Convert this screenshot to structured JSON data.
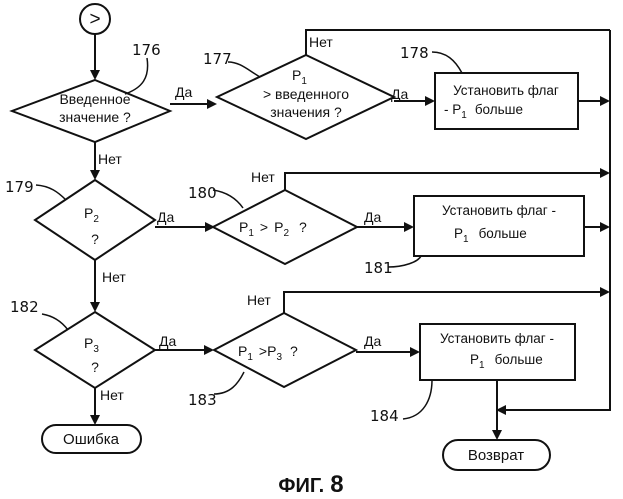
{
  "refs": {
    "r176": "176",
    "r177": "177",
    "r178": "178",
    "r179": "179",
    "r180": "180",
    "r181": "181",
    "r182": "182",
    "r183": "183",
    "r184": "184"
  },
  "start_symbol": ">",
  "d176": {
    "line1": "Введенное",
    "line2": "значение ?"
  },
  "d177": {
    "p": "P",
    "sub": "1",
    "line2": "> введенного",
    "line3": "значения ?"
  },
  "b178": {
    "line1": "Установить флаг",
    "line2_pre": "- P",
    "sub": "1",
    "line2_post": "больше"
  },
  "d179": {
    "p": "P",
    "sub": "2",
    "q": "?"
  },
  "d180": {
    "p1": "P",
    "sub1": "1",
    "gt": ">",
    "p2": "P",
    "sub2": "2",
    "q": "?"
  },
  "b181": {
    "line1": "Установить флаг -",
    "line2_pre": "P",
    "sub": "1",
    "line2_post": "больше"
  },
  "d182": {
    "p": "P",
    "sub": "3",
    "q": "?"
  },
  "d183": {
    "p1": "P",
    "sub1": "1",
    "gt": ">",
    "p2": "P",
    "sub2": "3",
    "q": "?"
  },
  "b184": {
    "line1": "Установить флаг -",
    "line2_pre": "P",
    "sub": "1",
    "line2_post": "больше"
  },
  "edges": {
    "yes": "Да",
    "no": "Нет"
  },
  "terminals": {
    "error": "Ошибка",
    "return": "Возврат"
  },
  "caption": {
    "prefix": "ФИГ.",
    "number": "8"
  }
}
